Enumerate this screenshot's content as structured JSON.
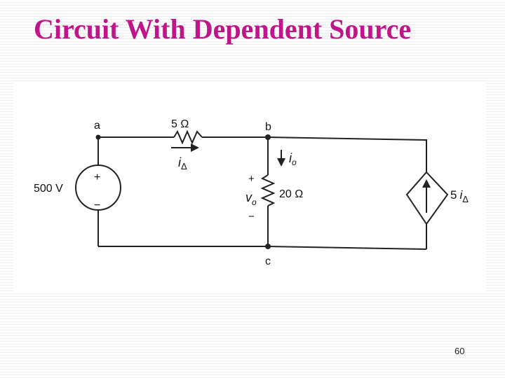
{
  "slide": {
    "title": "Circuit With Dependent Source",
    "page_number": "60"
  },
  "circuit": {
    "nodes": {
      "a": "a",
      "b": "b",
      "c": "c"
    },
    "voltage_source": {
      "value": "500 V",
      "plus": "+",
      "minus": "−"
    },
    "series_resistor": {
      "value": "5 Ω",
      "current_symbol": "i",
      "current_subscript": "Δ"
    },
    "shunt_resistor": {
      "value": "20 Ω",
      "current_symbol": "i",
      "current_subscript": "o",
      "voltage_symbol": "v",
      "voltage_subscript": "o",
      "plus": "+",
      "minus": "−"
    },
    "dependent_source": {
      "coefficient": "5",
      "symbol": "i",
      "subscript": "Δ"
    }
  }
}
